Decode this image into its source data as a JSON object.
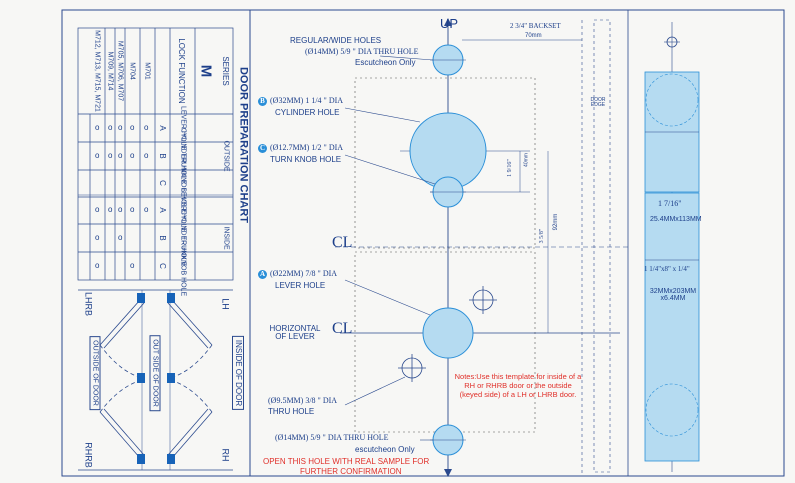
{
  "chart": {
    "title": "DOOR PREPARATION CHART",
    "series_label": "SERIES",
    "series_value": "M",
    "lock_function_label": "LOCK FUNCTION",
    "outside_label": "OUTSIDE",
    "inside_label": "INSIDE",
    "columns": [
      {
        "code": "A",
        "name": "LEVER HOLE"
      },
      {
        "code": "B",
        "name": "CYLINDER HOLE"
      },
      {
        "code": "C",
        "name": "TRUNKNOB HOLE"
      },
      {
        "code": "A",
        "name": "LEVER HOLE"
      },
      {
        "code": "B",
        "name": "CYLINDER HOLE"
      },
      {
        "code": "C",
        "name": "TRUNKNOB HOLE"
      }
    ],
    "rows": [
      {
        "models": "M701",
        "marks": [
          "o",
          "o",
          "",
          "o",
          "",
          ""
        ]
      },
      {
        "models": "M704",
        "marks": [
          "o",
          "o",
          "",
          "o",
          "",
          "o"
        ]
      },
      {
        "models": "M705, M706, M707",
        "marks": [
          "o",
          "o",
          "",
          "o",
          "o",
          ""
        ]
      },
      {
        "models": "M709, M714",
        "marks": [
          "o",
          "o",
          "",
          "o",
          "",
          ""
        ]
      },
      {
        "models": "M712, M713, M715, M721",
        "marks": [
          "o",
          "o",
          "",
          "o",
          "o",
          "o"
        ]
      }
    ]
  },
  "handing": {
    "lh": "LH",
    "lhrb": "LHRB",
    "rh": "RH",
    "rhrb": "RHRB",
    "inside_of_door": "INSIDE OF DOOR",
    "out_side_of_door": "OUT SIDE OF DOOR",
    "outside_of_door": "OUTSIDE OF DOOR"
  },
  "template": {
    "up": "UP",
    "backset_label": "2 3/4\" BACKSET",
    "backset_mm": "70mm",
    "door_edge": "DOOR EDGE",
    "centerline": "CL",
    "top_hole_title": "REGULAR/WIDE  HOLES",
    "top_hole_size": "(Ø14MM) 5/9 \" DIA THRU HOLE",
    "top_hole_note": "Escutcheon Only",
    "hole_b_tag": "B",
    "hole_b_size": "(Ø32MM) 1 1/4 \" DIA",
    "hole_b_name": "CYLINDER HOLE",
    "hole_c_tag": "C",
    "hole_c_size": "(Ø12.7MM) 1/2 \" DIA",
    "hole_c_name": "TURN KNOB HOLE",
    "hole_a_tag": "A",
    "hole_a_size": "(Ø22MM) 7/8 \" DIA",
    "hole_a_name": "LEVER HOLE",
    "horizontal_label": "HORIZONTAL OF LEVER",
    "thru_size": "(Ø9.5MM) 3/8 \" DIA",
    "thru_name": "THRU HOLE",
    "bottom_hole_size": "(Ø14MM) 5/9 \" DIA THRU HOLE",
    "bottom_hole_note": "escutcheon Only",
    "dim_1": "1 9/16\"",
    "dim_1_mm": "40mm",
    "dim_2": "3 5/8\"",
    "dim_2_mm": "92mm",
    "notes": "Notes:Use this template for inside of a RH or RHRB door or the outside (keyed side) of a LH or LHRB door.",
    "warning_line1": "OPEN THIS HOLE WITH REAL SAMPLE FOR",
    "warning_line2": "FURTHER  CONFIRMATION"
  },
  "edge": {
    "size_1_in": "1 7/16\"",
    "size_1_mm": "25.4MMx113MM",
    "size_2_in": "1 1/4\"x8\" x 1/4\"",
    "size_2_mm": "32MMx203MM x6.4MM"
  },
  "colors": {
    "hole_fill": "#b5dbf1",
    "hole_stroke": "#2a8fd8",
    "line": "#2b4a8e",
    "text": "#1d3f8a",
    "red": "#e0302a",
    "tag": "#2a8fd8"
  }
}
